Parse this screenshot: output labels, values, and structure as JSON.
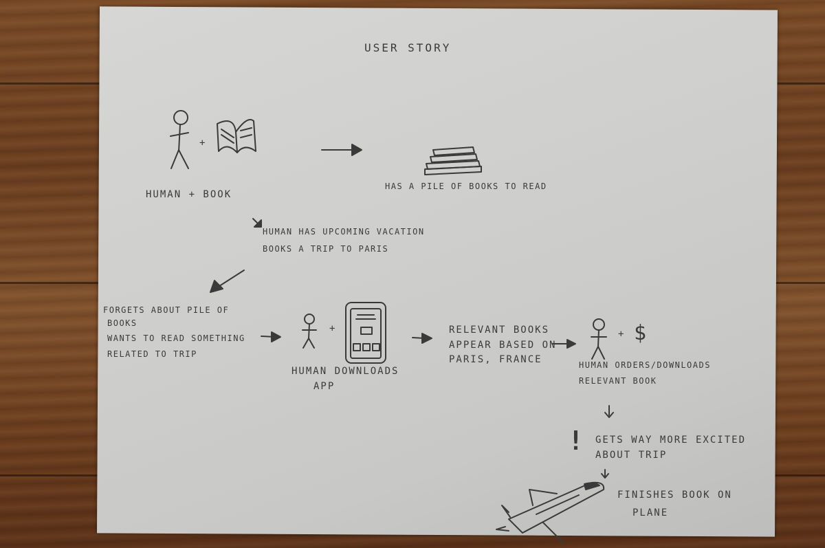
{
  "title": "USER STORY",
  "step1_caption": "HUMAN + BOOK",
  "step2_caption": "HAS A PILE OF BOOKS TO READ",
  "step3_line1": "HUMAN HAS UPCOMING VACATION",
  "step3_line2": "BOOKS A TRIP TO PARIS",
  "step4_line1": "FORGETS ABOUT PILE OF",
  "step4_line2": "BOOKS",
  "step4_line3": "WANTS TO READ SOMETHING",
  "step4_line4": "RELATED TO TRIP",
  "step5_line1": "HUMAN DOWNLOADS",
  "step5_line2": "APP",
  "step6_line1": "RELEVANT BOOKS",
  "step6_line2": "APPEAR BASED ON",
  "step6_line3": "PARIS, FRANCE",
  "step7_line1": "HUMAN ORDERS/DOWNLOADS",
  "step7_line2": "RELEVANT BOOK",
  "step8_line1": "GETS WAY MORE EXCITED",
  "step8_line2": "ABOUT TRIP",
  "step9_line1": "FINISHES BOOK ON",
  "step9_line2": "PLANE",
  "plus_sign": "+",
  "exclamation": "!",
  "dollar_sign": "$"
}
